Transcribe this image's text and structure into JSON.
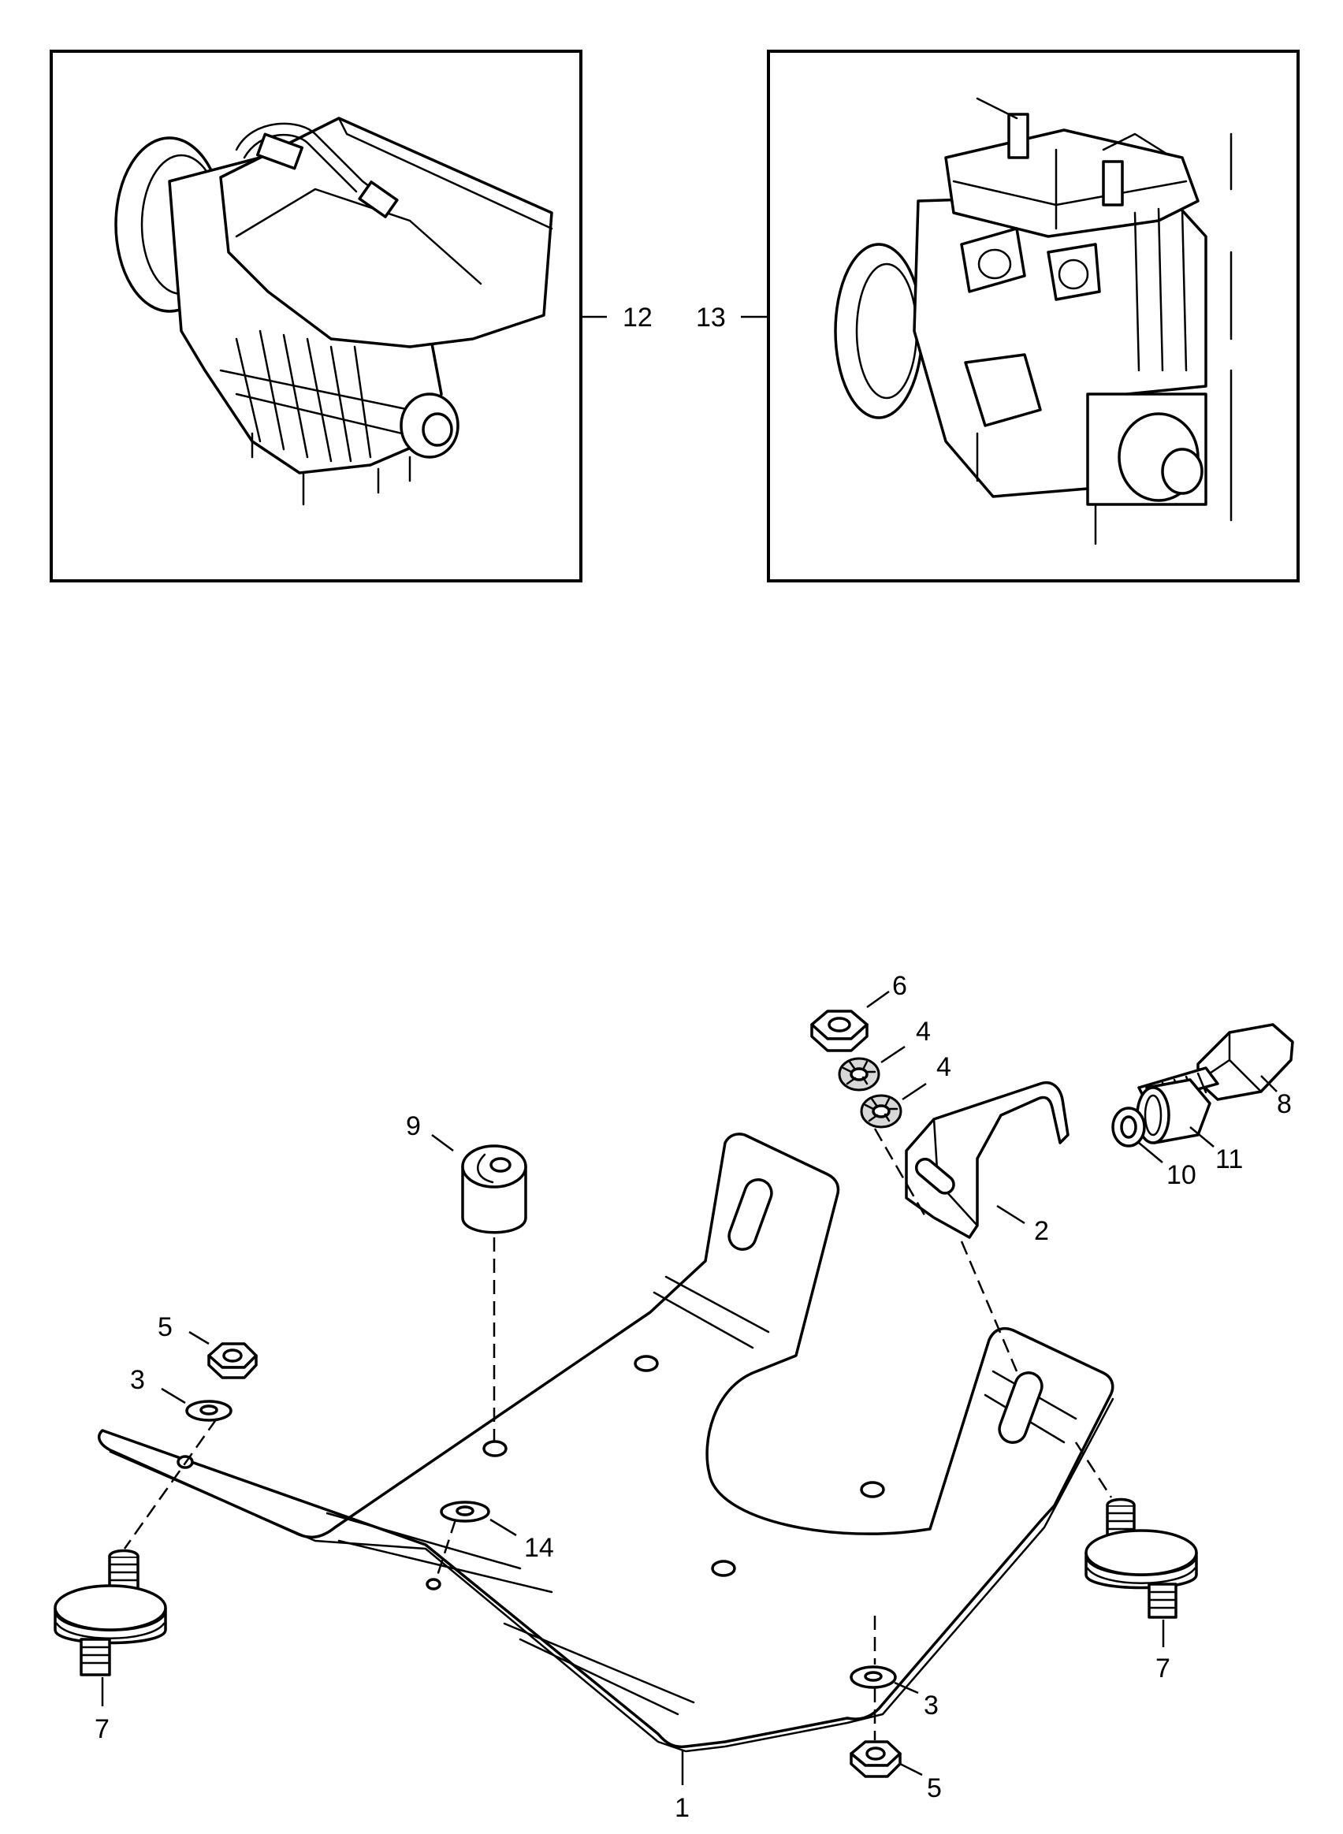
{
  "callouts": {
    "p1": "1",
    "p2": "2",
    "p3a": "3",
    "p3b": "3",
    "p4a": "4",
    "p4b": "4",
    "p5a": "5",
    "p5b": "5",
    "p6": "6",
    "p7a": "7",
    "p7b": "7",
    "p8": "8",
    "p9": "9",
    "p10": "10",
    "p11": "11",
    "p12": "12",
    "p13": "13",
    "p14": "14"
  }
}
